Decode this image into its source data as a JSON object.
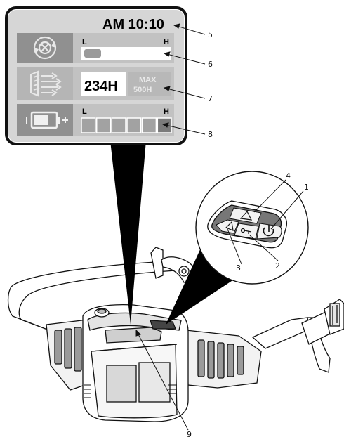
{
  "display": {
    "clock": "AM 10:10",
    "row_filter": {
      "icon": "filter-icon",
      "low_label": "L",
      "high_label": "H",
      "fill_fraction": 0.2
    },
    "row_hours": {
      "icon": "airflow-icon",
      "hours_value": "234H",
      "max_label": "MAX",
      "max_value": "500H"
    },
    "row_battery": {
      "icon": "battery-icon",
      "low_label": "L",
      "high_label": "H",
      "segments_total": 6,
      "segments_lit": 6
    },
    "colors": {
      "frame": "#111111",
      "lcd_bg": "#d9d9d9",
      "row_bg": "#c4c4c4",
      "icon_bg": "#8f8f8f",
      "bar_fill": "#9a9a9a"
    }
  },
  "callouts": {
    "c1": "1",
    "c2": "2",
    "c3": "3",
    "c4": "4",
    "c5": "5",
    "c6": "6",
    "c7": "7",
    "c8": "8",
    "c9": "9"
  },
  "keypad": {
    "buttons": [
      "power-button",
      "arrow-button",
      "left-button",
      "key-button"
    ]
  }
}
